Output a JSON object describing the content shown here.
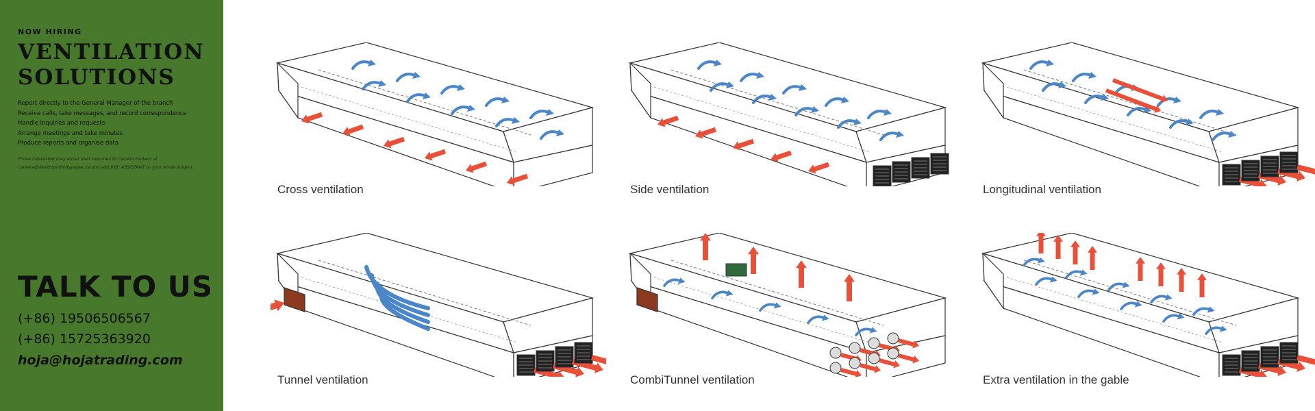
{
  "flyer": {
    "eyebrow": "NOW HIRING",
    "title_line1": "VENTILATION",
    "title_line2": "SOLUTIONS",
    "duties": [
      "Report directly to the General Manager of the branch",
      "Receive calls, take messages, and record correspondence",
      "Handle inquiries and requests",
      "Arrange meetings and take minutes",
      "Produce reports and organise data"
    ],
    "note_line1": "Those interested may email their resumes to Cecelia Holbert at",
    "note_line2": "careers@desktopinfinitypaper.ca and add JOB: ASSISTANT to your email subject.",
    "talk_heading": "TALK TO US",
    "phone1": "(+86) 19506506567",
    "phone2": "(+86) 15725363920",
    "email": "hoja@hojatrading.com"
  },
  "diagrams": [
    {
      "caption": "Cross ventilation"
    },
    {
      "caption": "Side ventilation"
    },
    {
      "caption": "Longitudinal ventilation"
    },
    {
      "caption": "Tunnel ventilation"
    },
    {
      "caption": "CombiTunnel ventilation"
    },
    {
      "caption": "Extra ventilation in the gable"
    }
  ],
  "colors": {
    "sidebar": "#47782b",
    "airflow": "#4a86c8",
    "exhaust": "#e8503a",
    "outline": "#333333"
  }
}
